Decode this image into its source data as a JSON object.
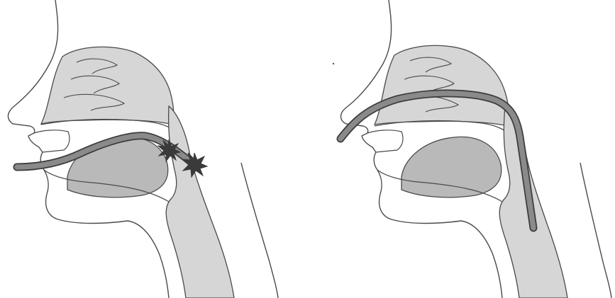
{
  "figure": {
    "panels": [
      {
        "id": "left",
        "tube": {
          "shape": "curved",
          "tip": "impacting",
          "impact_markers": 2
        }
      },
      {
        "id": "right",
        "tube": {
          "shape": "curved",
          "tip": "advanced",
          "impact_markers": 0
        }
      }
    ]
  },
  "colors": {
    "outline": "#4a4a4a",
    "tissue_fill": "#d6d6d6",
    "tissue_dark": "#b9b9b9",
    "tube_fill": "#8a8a8a",
    "tube_outline": "#3c3c3c",
    "background": "#ffffff",
    "impact": "#3a3a3a"
  }
}
